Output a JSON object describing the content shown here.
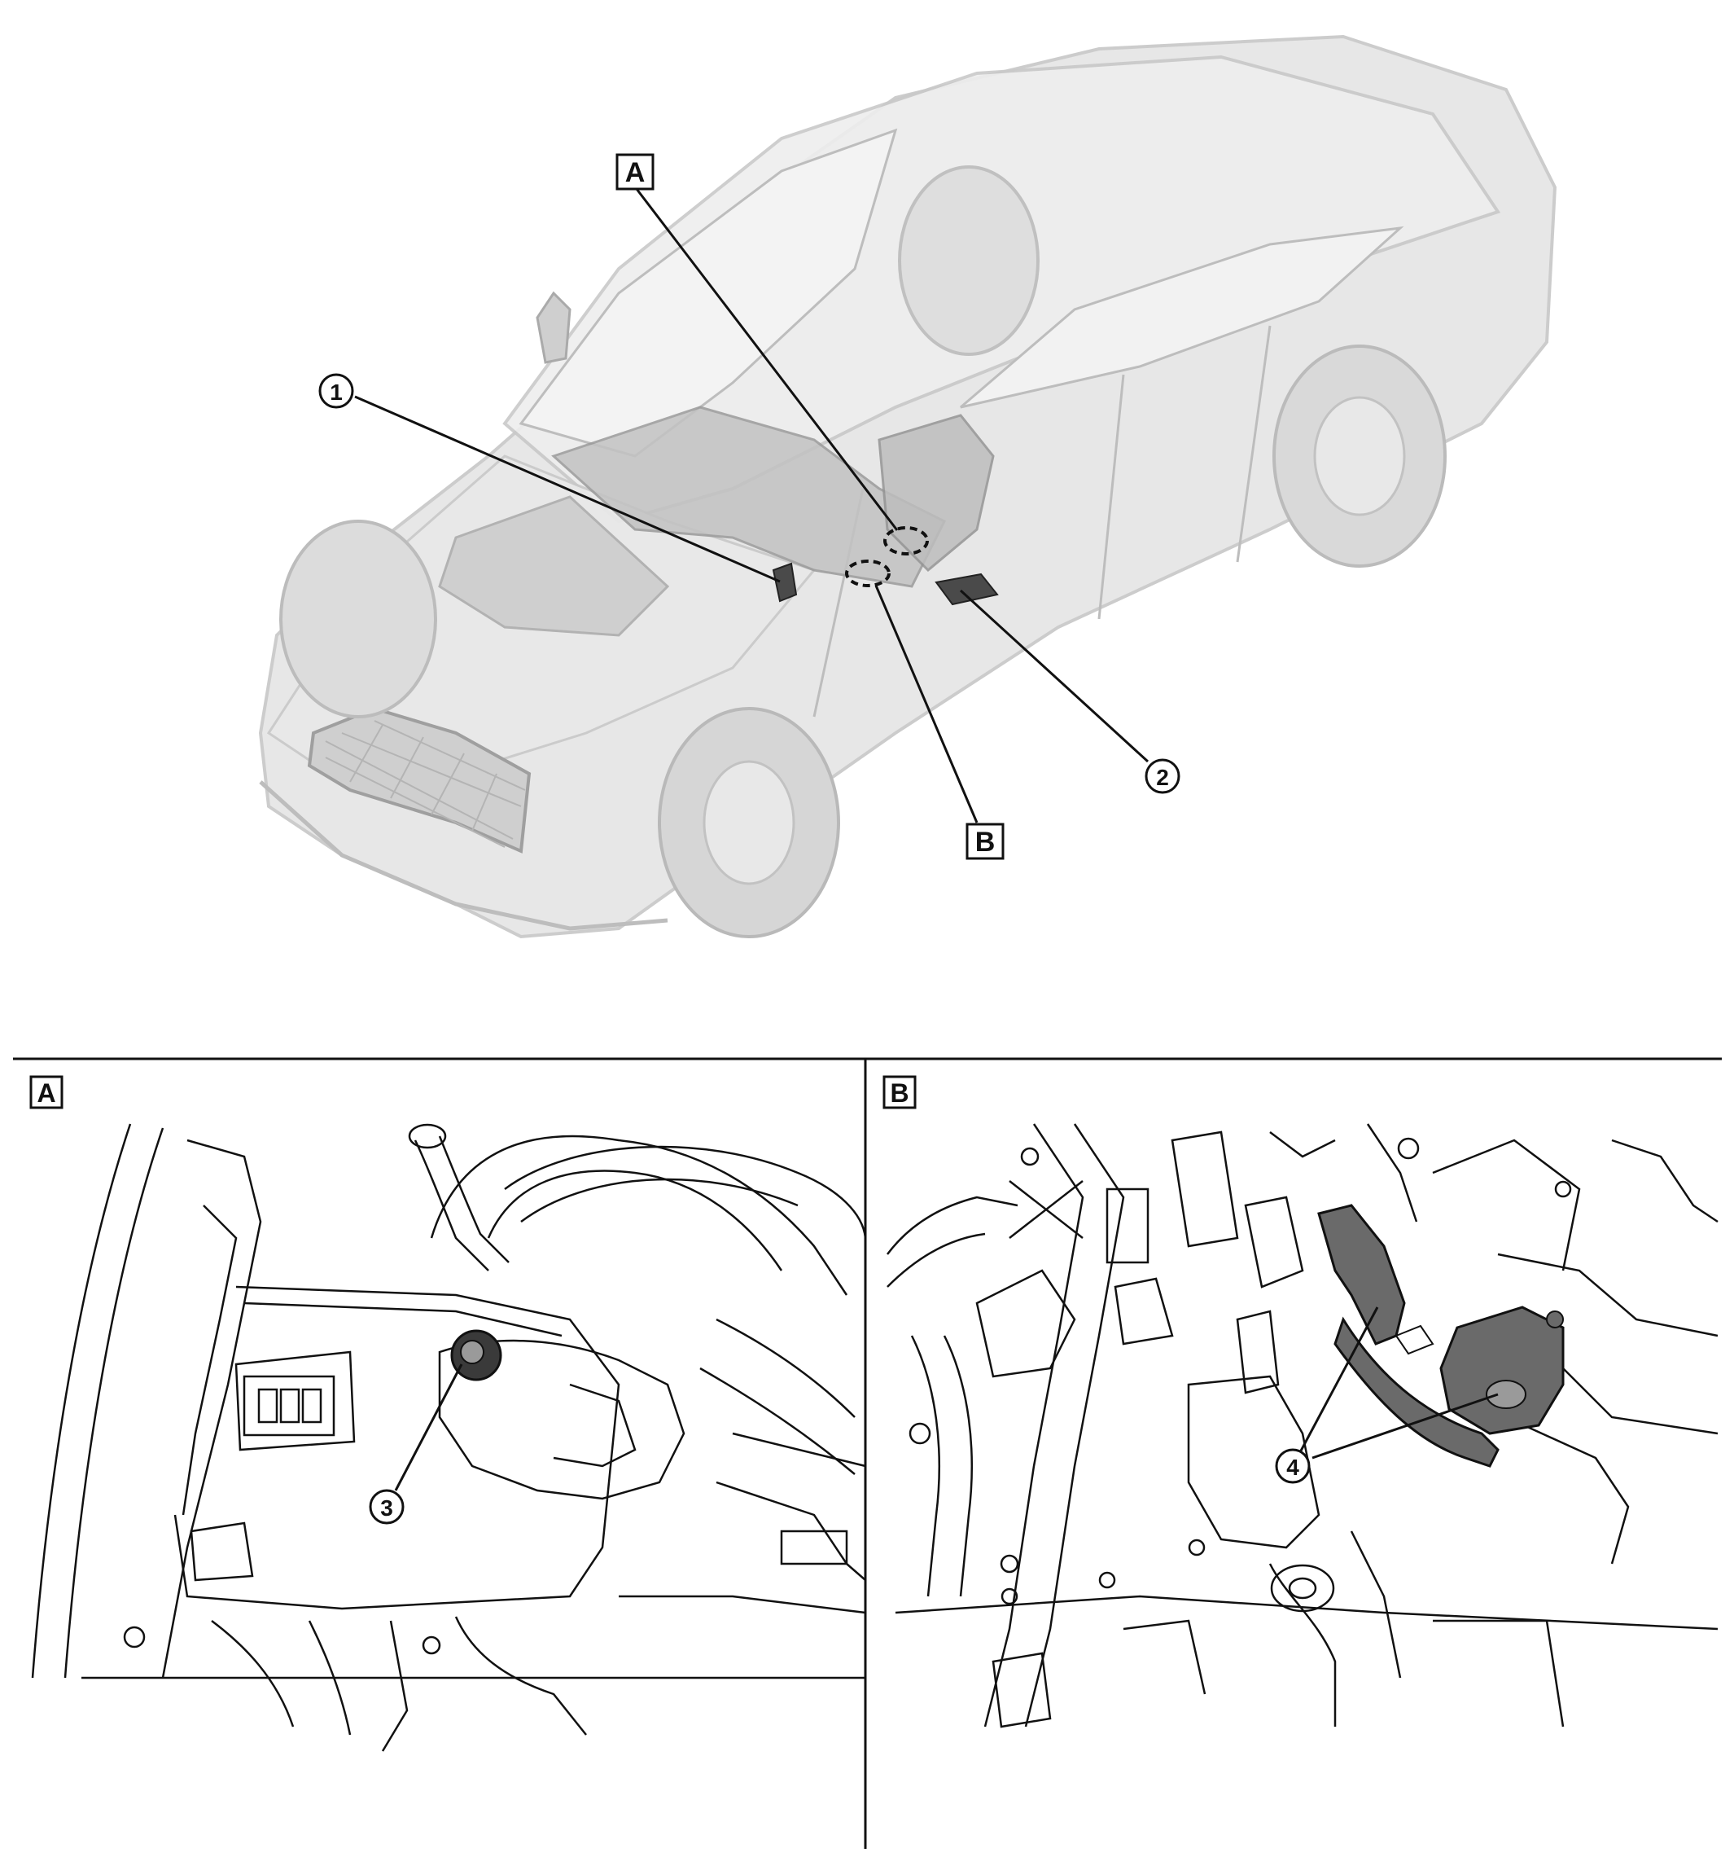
{
  "overview": {
    "view_a_label": "A",
    "view_b_label": "B",
    "callout_1": "1",
    "callout_2": "2"
  },
  "panel_a": {
    "label": "A",
    "callout_3": "3"
  },
  "panel_b": {
    "label": "B",
    "callout_4": "4"
  },
  "colors": {
    "line": "#111111",
    "car_body": "#d8d8d8",
    "car_body_dark": "#b5b5b5",
    "highlight_part": "#6e6e6e",
    "panel_bg": "#ffffff"
  }
}
